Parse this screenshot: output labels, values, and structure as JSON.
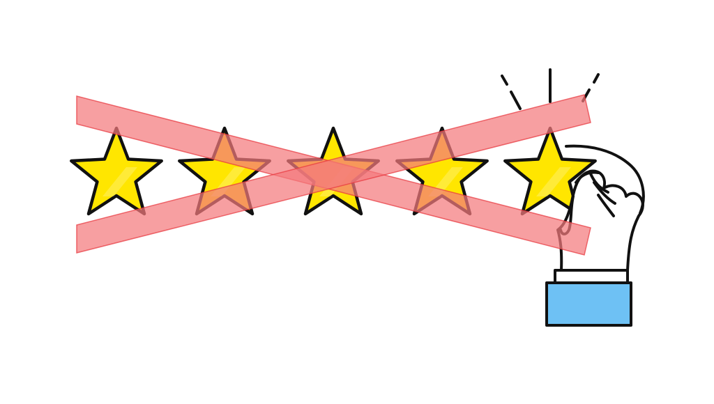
{
  "rating": {
    "stars_total": 5,
    "stars_shown": 5,
    "crossed_out": true
  },
  "colors": {
    "background": "#ffffff",
    "star_fill": "#ffe600",
    "star_shine": "#ffffff",
    "star_outline": "#111111",
    "cross_fill": "#f47a7d",
    "cross_stroke": "#e8383e",
    "cross_opacity": 0.72,
    "hand_fill": "#ffffff",
    "hand_outline": "#111111",
    "cuff_fill": "#ffffff",
    "sleeve_fill": "#6ec1f4"
  },
  "icons": {
    "stars": [
      "star-icon",
      "star-icon",
      "star-icon",
      "star-icon",
      "star-icon"
    ],
    "cross": "x-mark-icon",
    "hand": "hand-pinching-icon",
    "sparkle": "sparkle-lines-icon"
  }
}
